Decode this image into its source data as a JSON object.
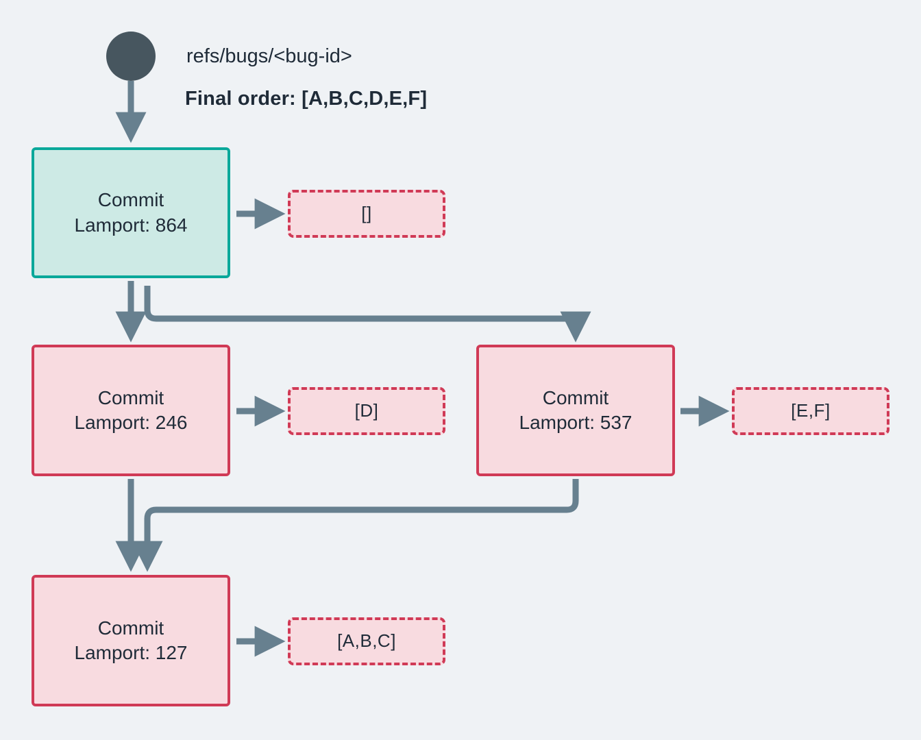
{
  "diagram": {
    "background_color": "#eff2f5",
    "edge_color": "#67808f",
    "root": {
      "icon": "root-circle-node"
    },
    "labels": {
      "ref": "refs/bugs/<bug-id>",
      "final_order": "Final order: [A,B,C,D,E,F]"
    },
    "commits": [
      {
        "id": "commit-864",
        "title": "Commit",
        "lamport": "Lamport: 864",
        "state": "start",
        "fill": "#cdeae5",
        "stroke": "#0aa89a"
      },
      {
        "id": "commit-246",
        "title": "Commit",
        "lamport": "Lamport: 246",
        "state": "pending",
        "fill": "#f8dbe0",
        "stroke": "#d03a56"
      },
      {
        "id": "commit-537",
        "title": "Commit",
        "lamport": "Lamport: 537",
        "state": "pending",
        "fill": "#f8dbe0",
        "stroke": "#d03a56"
      },
      {
        "id": "commit-127",
        "title": "Commit",
        "lamport": "Lamport: 127",
        "state": "pending",
        "fill": "#f8dbe0",
        "stroke": "#d03a56"
      }
    ],
    "ops": [
      {
        "id": "ops-864",
        "value": "[]"
      },
      {
        "id": "ops-246",
        "value": "[D]"
      },
      {
        "id": "ops-537",
        "value": "[E,F]"
      },
      {
        "id": "ops-127",
        "value": "[A,B,C]"
      }
    ]
  }
}
